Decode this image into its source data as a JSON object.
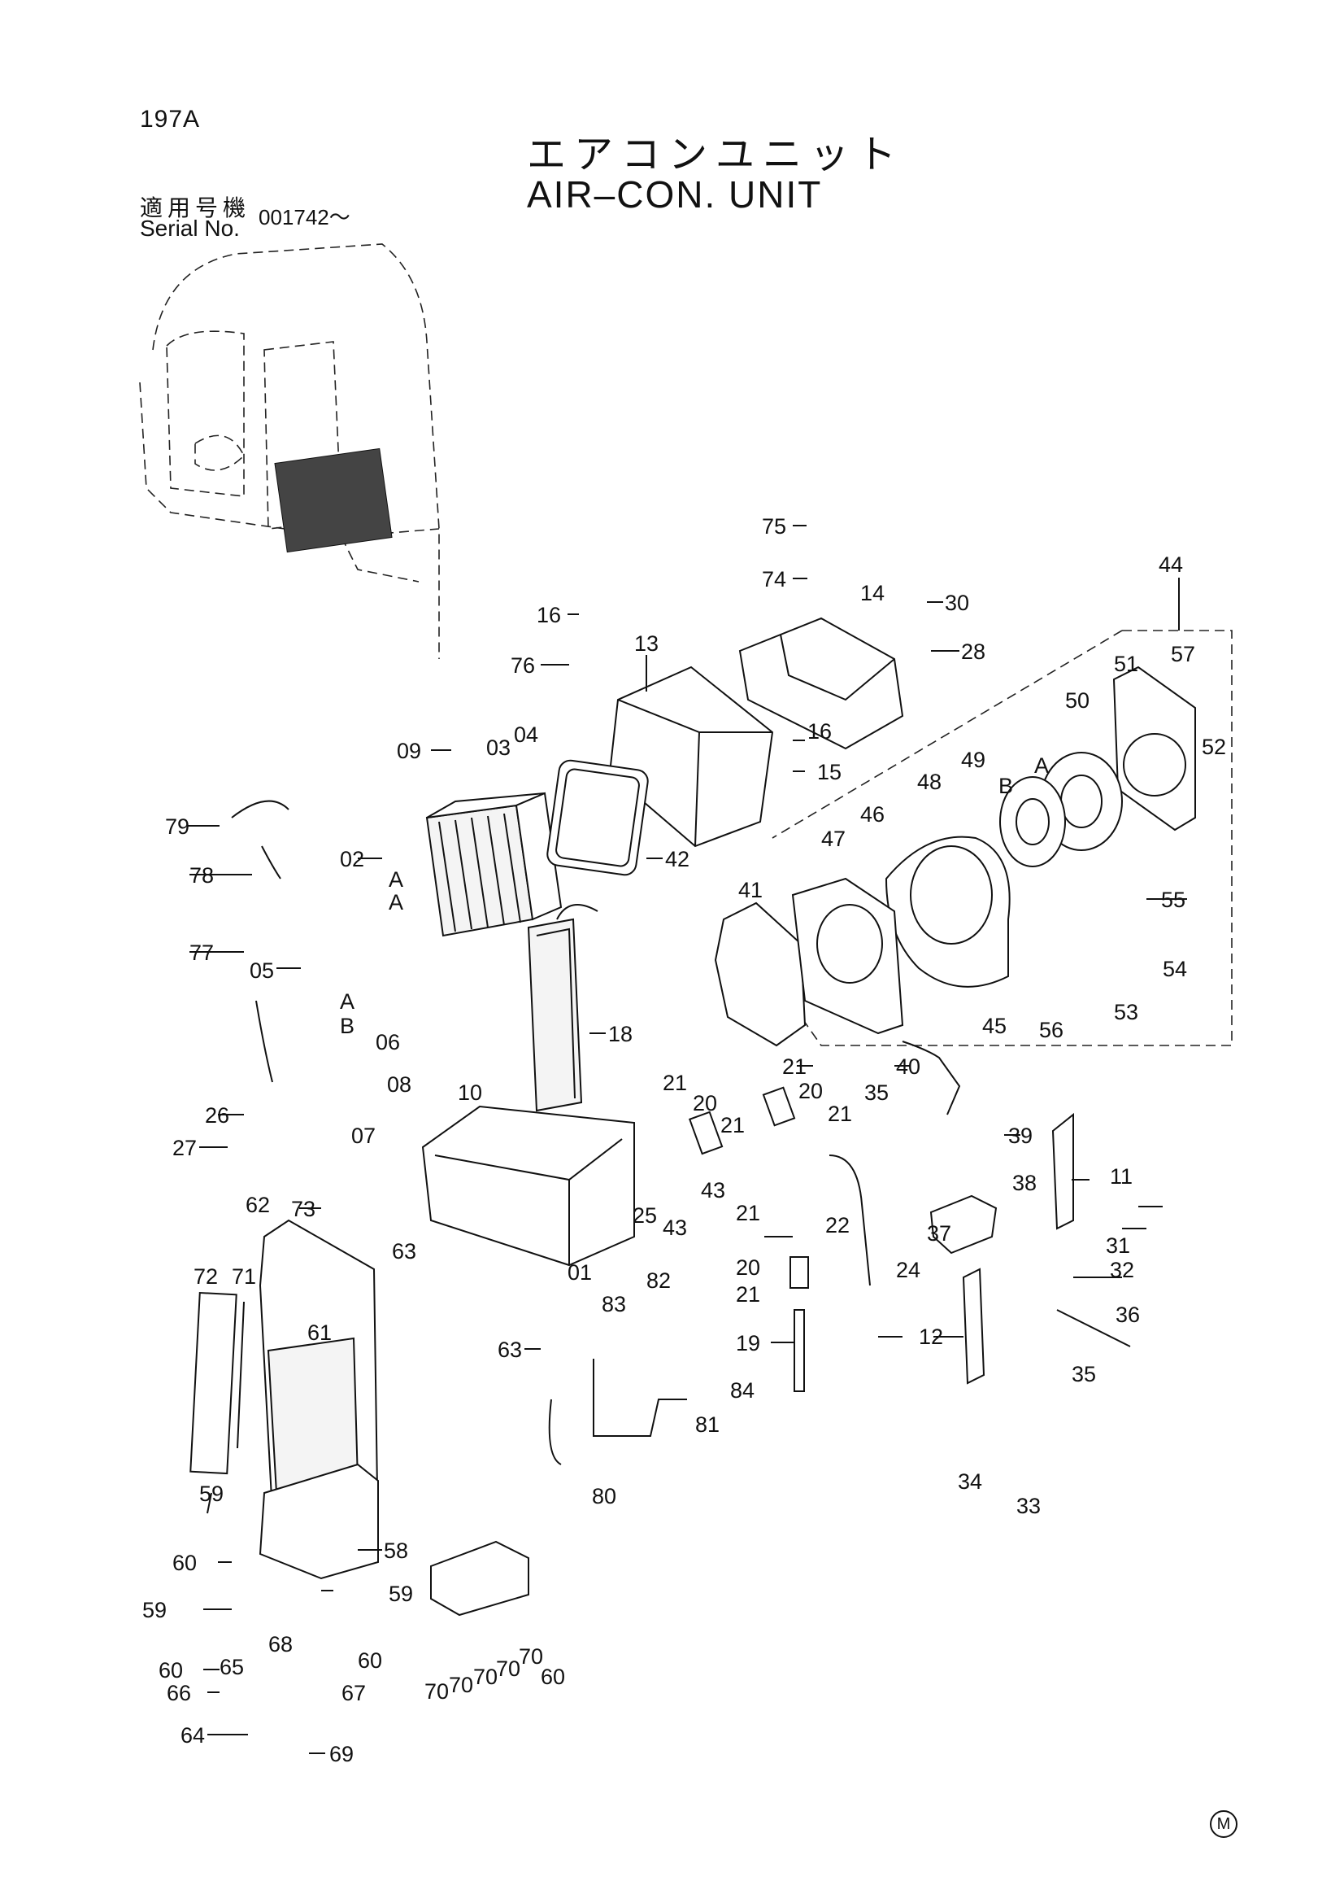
{
  "header": {
    "page_code": "197A",
    "title_ja": "エアコンユニット",
    "title_en": "AIR–CON. UNIT",
    "serial_label_ja": "適用号機",
    "serial_label_en": "Serial No.",
    "serial_value": "001742～"
  },
  "callouts": [
    "75",
    "74",
    "14",
    "30",
    "28",
    "44",
    "16",
    "76",
    "13",
    "57",
    "51",
    "52",
    "50",
    "09",
    "03",
    "04",
    "16",
    "15",
    "49",
    "48",
    "A",
    "B",
    "79",
    "02",
    "A",
    "A",
    "42",
    "46",
    "47",
    "55",
    "78",
    "77",
    "41",
    "05",
    "A",
    "B",
    "06",
    "18",
    "21",
    "20",
    "54",
    "53",
    "45",
    "56",
    "40",
    "08",
    "10",
    "07",
    "35",
    "21",
    "26",
    "27",
    "21",
    "20",
    "21",
    "39",
    "62",
    "73",
    "63",
    "43",
    "25",
    "43",
    "38",
    "11",
    "21",
    "22",
    "37",
    "72",
    "71",
    "61",
    "20",
    "01",
    "31",
    "32",
    "36",
    "21",
    "83",
    "82",
    "24",
    "12",
    "63",
    "19",
    "84",
    "81",
    "35",
    "34",
    "33",
    "59",
    "80",
    "60",
    "58",
    "59",
    "59",
    "68",
    "60",
    "65",
    "60",
    "60",
    "66",
    "67",
    "64",
    "69",
    "70",
    "70",
    "70",
    "70",
    "70"
  ],
  "footer": {
    "mark": "M"
  }
}
